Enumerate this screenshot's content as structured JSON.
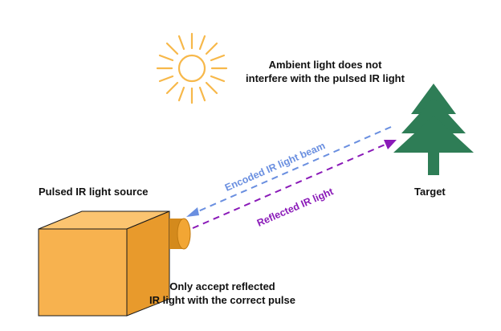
{
  "labels": {
    "ambient_line1": "Ambient light does not",
    "ambient_line2": "interfere with the pulsed IR light",
    "encoded_beam": "Encoded IR light beam",
    "reflected": "Reflected IR light",
    "source": "Pulsed IR light source",
    "target": "Target",
    "accept_line1": "Only accept reflected",
    "accept_line2": "IR light with the correct pulse"
  },
  "colors": {
    "sun": "#f7b84a",
    "tree": "#2e7d56",
    "box_front": "#f7b24f",
    "box_top": "#fbc470",
    "box_side": "#e89a2c",
    "lens": "#d48a1c",
    "encoded_beam": "#6a8fe0",
    "reflected_beam": "#8a1ab8"
  }
}
